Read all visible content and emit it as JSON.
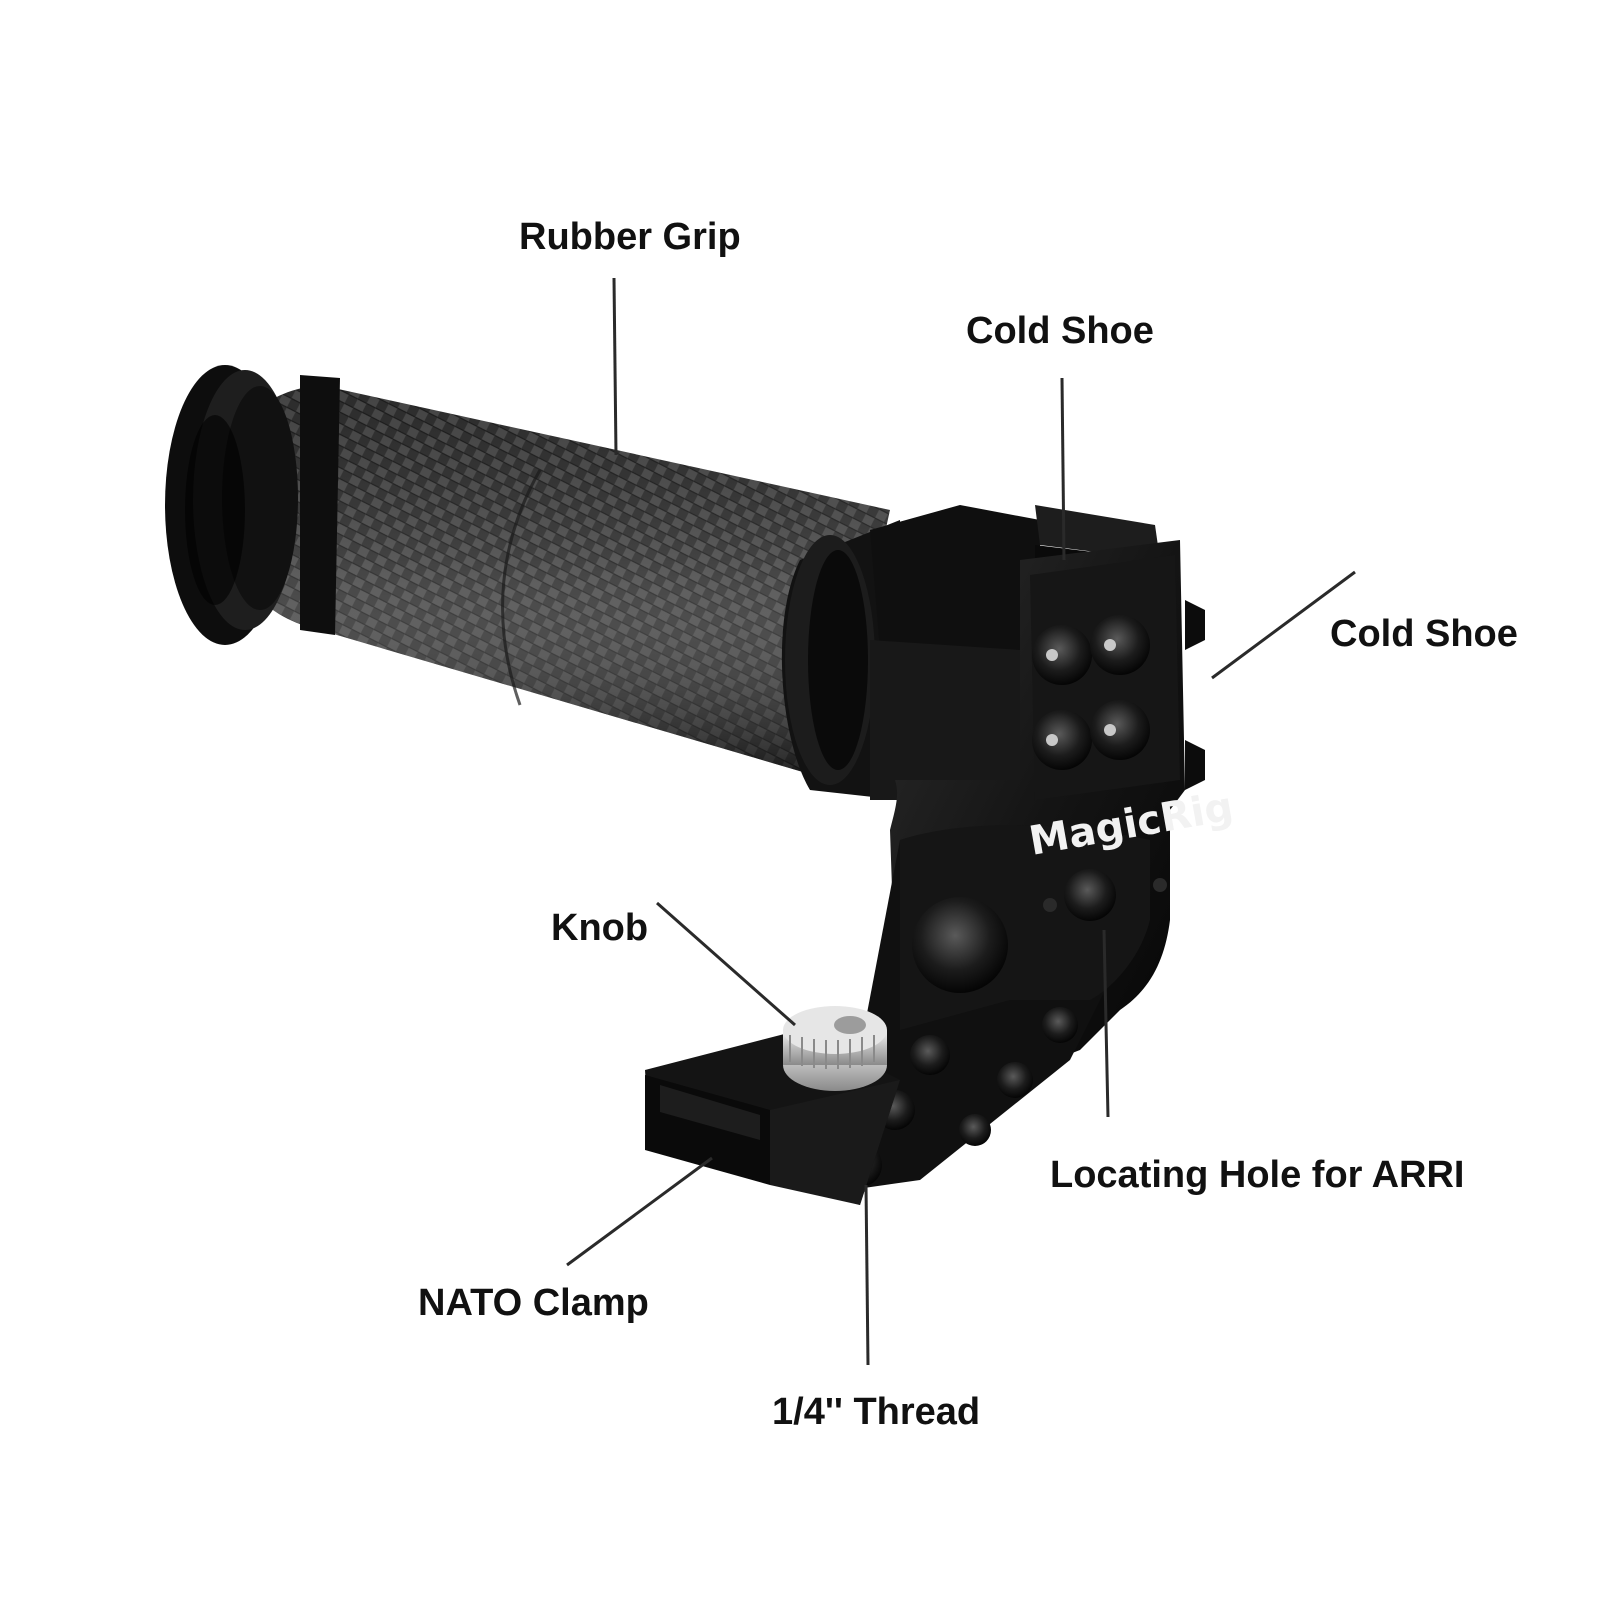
{
  "product": {
    "brand": "MagicRig"
  },
  "callouts": {
    "rubber_grip": "Rubber Grip",
    "cold_shoe_top": "Cold Shoe",
    "cold_shoe_side": "Cold Shoe",
    "knob": "Knob",
    "locating_hole": "Locating Hole for ARRI",
    "nato_clamp": "NATO Clamp",
    "thread": "1/4'' Thread"
  },
  "colors": {
    "label_text": "#111111",
    "leader_line": "#2a2a2a",
    "metal_black": "#121212",
    "rubber_dark": "#2f2f2f",
    "knob_silver": "#cfcfcf"
  },
  "icons": {
    "product": "camera-top-handle"
  }
}
